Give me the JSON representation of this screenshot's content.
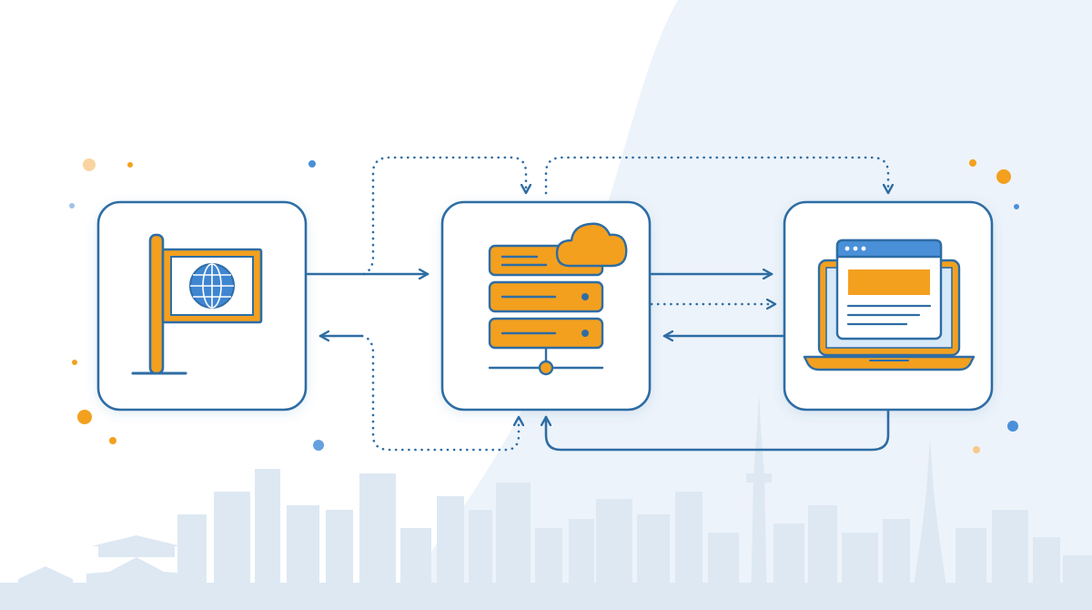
{
  "colors": {
    "primary_blue": "#2e6da4",
    "accent_orange": "#f3a01f",
    "screen_blue": "#4a90d9",
    "box_fill": "#ffffff",
    "bg_shape": "#edf3fa",
    "skyline": "#dde8f3"
  },
  "nodes": [
    {
      "id": "flag-node",
      "icon": "flag-with-globe-icon"
    },
    {
      "id": "server-node",
      "icon": "server-stack-with-cloud-icon"
    },
    {
      "id": "laptop-node",
      "icon": "laptop-browser-icon"
    }
  ],
  "connections": [
    {
      "from": "flag-node",
      "to": "server-node",
      "style": "solid"
    },
    {
      "from": "server-node",
      "to": "flag-node",
      "style": "solid"
    },
    {
      "from": "server-node",
      "to": "laptop-node",
      "style": "solid"
    },
    {
      "from": "server-node",
      "to": "laptop-node",
      "style": "dotted"
    },
    {
      "from": "laptop-node",
      "to": "server-node",
      "style": "solid"
    },
    {
      "from": "flag-node",
      "to": "server-node",
      "style": "dotted",
      "route": "top-loop"
    },
    {
      "from": "server-node",
      "to": "laptop-node",
      "style": "dotted",
      "route": "top-loop"
    },
    {
      "from": "flag-node",
      "to": "server-node",
      "style": "dotted",
      "route": "bottom-loop"
    },
    {
      "from": "laptop-node",
      "to": "server-node",
      "style": "solid",
      "route": "bottom-loop"
    }
  ],
  "background": {
    "skyline": "city-skyline-silhouette",
    "decor": "scattered-dots"
  }
}
